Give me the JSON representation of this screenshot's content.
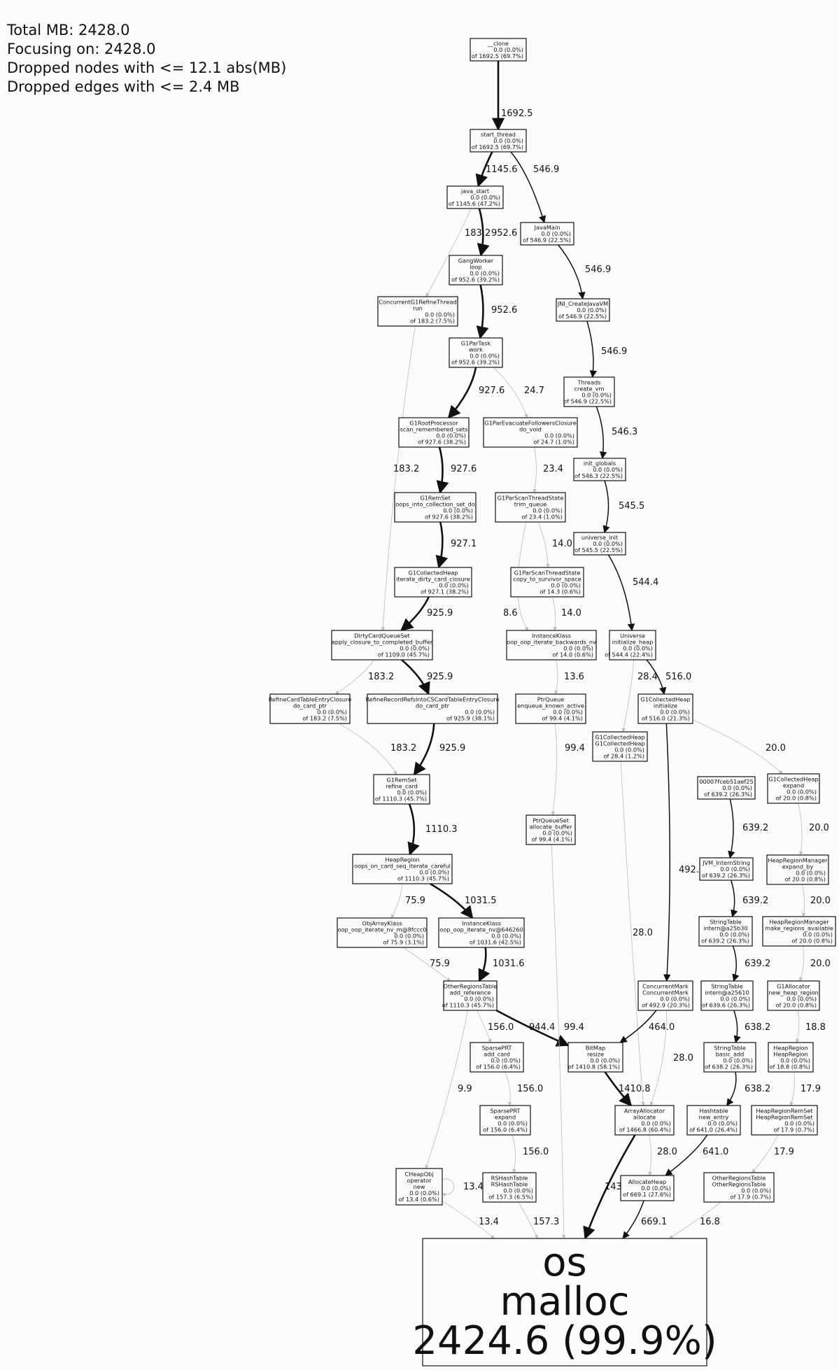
{
  "header": {
    "lines": [
      "Total MB: 2428.0",
      "Focusing on: 2428.0",
      "Dropped nodes with <= 12.1 abs(MB)",
      "Dropped edges with <= 2.4 MB"
    ]
  },
  "nodes": [
    {
      "id": "clone",
      "lines": [
        "__clone",
        "0.0 (0.0%)",
        "of 1692.5 (69.7%)"
      ]
    },
    {
      "id": "start_thread",
      "lines": [
        "start_thread",
        "0.0 (0.0%)",
        "of 1692.5 (69.7%)"
      ]
    },
    {
      "id": "java_start",
      "lines": [
        "java_start",
        "0.0 (0.0%)",
        "of 1145.6 (47.2%)"
      ]
    },
    {
      "id": "JavaMain",
      "lines": [
        "JavaMain",
        "0.0 (0.0%)",
        "of 546.9 (22.5%)"
      ]
    },
    {
      "id": "GangWorker",
      "lines": [
        "GangWorker",
        "loop",
        "0.0 (0.0%)",
        "of 952.6 (39.2%)"
      ]
    },
    {
      "id": "CG1RT",
      "lines": [
        "ConcurrentG1RefineThread",
        "run",
        "0.0 (0.0%)",
        "of 183.2 (7.5%)"
      ]
    },
    {
      "id": "JNI",
      "lines": [
        "JNI_CreateJavaVM",
        "0.0 (0.0%)",
        "of 546.9 (22.5%)"
      ]
    },
    {
      "id": "G1ParTask",
      "lines": [
        "G1ParTask",
        "work",
        "0.0 (0.0%)",
        "of 952.6 (39.2%)"
      ]
    },
    {
      "id": "Threads",
      "lines": [
        "Threads",
        "create_vm",
        "0.0 (0.0%)",
        "of 546.9 (22.5%)"
      ]
    },
    {
      "id": "G1RootProc",
      "lines": [
        "G1RootProcessor",
        "scan_remembered_sets",
        "0.0 (0.0%)",
        "of 927.6 (38.2%)"
      ]
    },
    {
      "id": "G1ParEvac",
      "lines": [
        "G1ParEvacuateFollowersClosure",
        "do_void",
        "0.0 (0.0%)",
        "of 24.7 (1.0%)"
      ]
    },
    {
      "id": "init_globals",
      "lines": [
        "init_globals",
        "0.0 (0.0%)",
        "of 546.3 (22.5%)"
      ]
    },
    {
      "id": "G1RemSet_oops",
      "lines": [
        "G1RemSet",
        "oops_into_collection_set_do",
        "0.0 (0.0%)",
        "of 927.6 (38.2%)"
      ]
    },
    {
      "id": "G1PSTS_trim",
      "lines": [
        "G1ParScanThreadState",
        "trim_queue",
        "0.0 (0.0%)",
        "of 23.4 (1.0%)"
      ]
    },
    {
      "id": "universe_init",
      "lines": [
        "universe_init",
        "0.0 (0.0%)",
        "of 545.5 (22.5%)"
      ]
    },
    {
      "id": "G1CH_iter",
      "lines": [
        "G1CollectedHeap",
        "iterate_dirty_card_closure",
        "0.0 (0.0%)",
        "of 927.1 (38.2%)"
      ]
    },
    {
      "id": "G1PSTS_copy",
      "lines": [
        "G1ParScanThreadState",
        "copy_to_survivor_space",
        "0.0 (0.0%)",
        "of 14.3 (0.6%)"
      ]
    },
    {
      "id": "DCQS",
      "lines": [
        "DirtyCardQueueSet",
        "apply_closure_to_completed_buffer",
        "0.0 (0.0%)",
        "of 1109.0 (45.7%)"
      ]
    },
    {
      "id": "IK_back",
      "lines": [
        "InstanceKlass",
        "oop_oop_iterate_backwards_nv",
        "0.0 (0.0%)",
        "of 14.0 (0.6%)"
      ]
    },
    {
      "id": "Universe",
      "lines": [
        "Universe",
        "initialize_heap",
        "0.0 (0.0%)",
        "of 544.4 (22.4%)"
      ]
    },
    {
      "id": "RefineCTE",
      "lines": [
        "RefineCardTableEntryClosure",
        "do_card_ptr",
        "0.0 (0.0%)",
        "of 183.2 (7.5%)"
      ]
    },
    {
      "id": "RefineRR",
      "lines": [
        "RefineRecordRefsIntoCSCardTableEntryClosure",
        "do_card_ptr",
        "0.0 (0.0%)",
        "of 925.9 (38.1%)"
      ]
    },
    {
      "id": "PtrQueue_enq",
      "lines": [
        "PtrQueue",
        "enqueue_known_active",
        "0.0 (0.0%)",
        "of 99.4 (4.1%)"
      ]
    },
    {
      "id": "G1CH_init",
      "lines": [
        "G1CollectedHeap",
        "initialize",
        "0.0 (0.0%)",
        "of 516.0 (21.3%)"
      ]
    },
    {
      "id": "G1CH_ctor",
      "lines": [
        "G1CollectedHeap",
        "G1CollectedHeap",
        "0.0 (0.0%)",
        "of 28.4 (1.2%)"
      ]
    },
    {
      "id": "G1RemSet_refine",
      "lines": [
        "G1RemSet",
        "refine_card",
        "0.0 (0.0%)",
        "of 1110.3 (45.7%)"
      ]
    },
    {
      "id": "PtrQueue_alloc",
      "lines": [
        "PtrQueueSet",
        "allocate_buffer",
        "0.0 (0.0%)",
        "of 99.4 (4.1%)"
      ]
    },
    {
      "id": "fceb",
      "lines": [
        "00007fceb51aef25",
        "0.0 (0.0%)",
        "of 639.2 (26.3%)"
      ]
    },
    {
      "id": "G1CH_expand",
      "lines": [
        "G1CollectedHeap",
        "expand",
        "0.0 (0.0%)",
        "of 20.0 (0.8%)"
      ]
    },
    {
      "id": "HeapRegion_oops",
      "lines": [
        "HeapRegion",
        "oops_on_card_seq_iterate_careful",
        "0.0 (0.0%)",
        "of 1110.3 (45.7%)"
      ]
    },
    {
      "id": "JVM_Intern",
      "lines": [
        "JVM_InternString",
        "0.0 (0.0%)",
        "of 639.2 (26.3%)"
      ]
    },
    {
      "id": "HRM_expand",
      "lines": [
        "HeapRegionManager",
        "expand_by",
        "0.0 (0.0%)",
        "of 20.0 (0.8%)"
      ]
    },
    {
      "id": "ObjArrayKlass",
      "lines": [
        "ObjArrayKlass",
        "oop_oop_iterate_nv_m@8fccc0",
        "0.0 (0.0%)",
        "of 75.9 (3.1%)"
      ]
    },
    {
      "id": "IK_nv",
      "lines": [
        "InstanceKlass",
        "oop_oop_iterate_nv@646260",
        "0.0 (0.0%)",
        "of 1031.6 (42.5%)"
      ]
    },
    {
      "id": "StringTable_intern1",
      "lines": [
        "StringTable",
        "intern@a25b30",
        "0.0 (0.0%)",
        "of 639.2 (26.3%)"
      ]
    },
    {
      "id": "HRM_make",
      "lines": [
        "HeapRegionManager",
        "make_regions_available",
        "0.0 (0.0%)",
        "of 20.0 (0.8%)"
      ]
    },
    {
      "id": "ORT_add",
      "lines": [
        "OtherRegionsTable",
        "add_reference",
        "0.0 (0.0%)",
        "of 1110.3 (45.7%)"
      ]
    },
    {
      "id": "CM",
      "lines": [
        "ConcurrentMark",
        "ConcurrentMark",
        "0.0 (0.0%)",
        "of 492.9 (20.3%)"
      ]
    },
    {
      "id": "StringTable_intern2",
      "lines": [
        "StringTable",
        "intern@a25610",
        "0.0 (0.0%)",
        "of 639.6 (26.3%)"
      ]
    },
    {
      "id": "G1Alloc",
      "lines": [
        "G1Allocator",
        "new_heap_region",
        "0.0 (0.0%)",
        "of 20.0 (0.8%)"
      ]
    },
    {
      "id": "SparsePRT_add",
      "lines": [
        "SparsePRT",
        "add_card",
        "0.0 (0.0%)",
        "of 156.0 (6.4%)"
      ]
    },
    {
      "id": "BitMap",
      "lines": [
        "BitMap",
        "resize",
        "0.0 (0.0%)",
        "of 1410.8 (58.1%)"
      ]
    },
    {
      "id": "StringTable_basic",
      "lines": [
        "StringTable",
        "basic_add",
        "0.0 (0.0%)",
        "of 638.2 (26.3%)"
      ]
    },
    {
      "id": "HeapRegion_ctor",
      "lines": [
        "HeapRegion",
        "HeapRegion",
        "0.0 (0.0%)",
        "of 18.8 (0.8%)"
      ]
    },
    {
      "id": "SparsePRT_exp",
      "lines": [
        "SparsePRT",
        "expand",
        "0.0 (0.0%)",
        "of 156.0 (6.4%)"
      ]
    },
    {
      "id": "ArrayAlloc",
      "lines": [
        "ArrayAllocator",
        "allocate",
        "0.0 (0.0%)",
        "of 1466.8 (60.4%)"
      ]
    },
    {
      "id": "Hashtable",
      "lines": [
        "Hashtable",
        "new_entry",
        "0.0 (0.0%)",
        "of 641.0 (26.4%)"
      ]
    },
    {
      "id": "HRRS",
      "lines": [
        "HeapRegionRemSet",
        "HeapRegionRemSet",
        "0.0 (0.0%)",
        "of 17.9 (0.7%)"
      ]
    },
    {
      "id": "CHeapObj",
      "lines": [
        "CHeapObj",
        "operator",
        "new",
        "0.0 (0.0%)",
        "of 13.4 (0.6%)"
      ]
    },
    {
      "id": "RSHashTable",
      "lines": [
        "RSHashTable",
        "RSHashTable",
        "0.0 (0.0%)",
        "of 157.3 (6.5%)"
      ]
    },
    {
      "id": "AllocateHeap",
      "lines": [
        "AllocateHeap",
        "0.0 (0.0%)",
        "of 669.1 (27.6%)"
      ]
    },
    {
      "id": "ORT_ctor",
      "lines": [
        "OtherRegionsTable",
        "OtherRegionsTable",
        "0.0 (0.0%)",
        "of 17.9 (0.7%)"
      ]
    }
  ],
  "root": {
    "id": "malloc",
    "lines": [
      "os",
      "malloc",
      "2424.6 (99.9%)"
    ]
  },
  "edges": [
    {
      "from": "clone",
      "to": "start_thread",
      "label": "1692.5"
    },
    {
      "from": "start_thread",
      "to": "java_start",
      "label": "1145.6"
    },
    {
      "from": "start_thread",
      "to": "JavaMain",
      "label": "546.9"
    },
    {
      "from": "java_start",
      "to": "CG1RT",
      "label": "183.2"
    },
    {
      "from": "java_start",
      "to": "GangWorker",
      "label": "952.6"
    },
    {
      "from": "JavaMain",
      "to": "JNI",
      "label": "546.9"
    },
    {
      "from": "GangWorker",
      "to": "G1ParTask",
      "label": "952.6"
    },
    {
      "from": "JNI",
      "to": "Threads",
      "label": "546.9"
    },
    {
      "from": "G1ParTask",
      "to": "G1RootProc",
      "label": "927.6"
    },
    {
      "from": "G1ParTask",
      "to": "G1ParEvac",
      "label": "24.7"
    },
    {
      "from": "Threads",
      "to": "init_globals",
      "label": "546.3"
    },
    {
      "from": "CG1RT",
      "to": "DCQS",
      "label": "183.2"
    },
    {
      "from": "G1RootProc",
      "to": "G1RemSet_oops",
      "label": "927.6"
    },
    {
      "from": "G1ParEvac",
      "to": "G1PSTS_trim",
      "label": "23.4"
    },
    {
      "from": "init_globals",
      "to": "universe_init",
      "label": "545.5"
    },
    {
      "from": "G1RemSet_oops",
      "to": "G1CH_iter",
      "label": "927.1"
    },
    {
      "from": "G1PSTS_trim",
      "to": "G1PSTS_copy",
      "label": "14.0"
    },
    {
      "from": "universe_init",
      "to": "Universe",
      "label": "544.4"
    },
    {
      "from": "G1CH_iter",
      "to": "DCQS",
      "label": "925.9"
    },
    {
      "from": "G1PSTS_trim",
      "to": "IK_back",
      "label": "8.6"
    },
    {
      "from": "G1PSTS_copy",
      "to": "IK_back",
      "label": "14.0"
    },
    {
      "from": "DCQS",
      "to": "RefineCTE",
      "label": "183.2"
    },
    {
      "from": "DCQS",
      "to": "RefineRR",
      "label": "925.9"
    },
    {
      "from": "IK_back",
      "to": "PtrQueue_enq",
      "label": "13.6"
    },
    {
      "from": "Universe",
      "to": "G1CH_ctor",
      "label": "28.4"
    },
    {
      "from": "Universe",
      "to": "G1CH_init",
      "label": "516.0"
    },
    {
      "from": "RefineCTE",
      "to": "G1RemSet_refine",
      "label": "183.2"
    },
    {
      "from": "RefineRR",
      "to": "G1RemSet_refine",
      "label": "925.9"
    },
    {
      "from": "PtrQueue_enq",
      "to": "PtrQueue_alloc",
      "label": "99.4"
    },
    {
      "from": "G1CH_init",
      "to": "G1CH_expand",
      "label": "20.0"
    },
    {
      "from": "G1RemSet_refine",
      "to": "HeapRegion_oops",
      "label": "1110.3"
    },
    {
      "from": "fceb",
      "to": "JVM_Intern",
      "label": "639.2"
    },
    {
      "from": "G1CH_expand",
      "to": "HRM_expand",
      "label": "20.0"
    },
    {
      "from": "G1CH_init",
      "to": "CM",
      "label": "492.9"
    },
    {
      "from": "HeapRegion_oops",
      "to": "ObjArrayKlass",
      "label": "75.9"
    },
    {
      "from": "HeapRegion_oops",
      "to": "IK_nv",
      "label": "1031.5"
    },
    {
      "from": "JVM_Intern",
      "to": "StringTable_intern1",
      "label": "639.2"
    },
    {
      "from": "HRM_expand",
      "to": "HRM_make",
      "label": "20.0"
    },
    {
      "from": "G1CH_ctor",
      "to": "ArrayAlloc",
      "label": "28.0"
    },
    {
      "from": "ObjArrayKlass",
      "to": "ORT_add",
      "label": "75.9"
    },
    {
      "from": "IK_nv",
      "to": "ORT_add",
      "label": "1031.6"
    },
    {
      "from": "StringTable_intern1",
      "to": "StringTable_intern2",
      "label": "639.2"
    },
    {
      "from": "HRM_make",
      "to": "G1Alloc",
      "label": "20.0"
    },
    {
      "from": "ORT_add",
      "to": "SparsePRT_add",
      "label": "156.0"
    },
    {
      "from": "ORT_add",
      "to": "BitMap",
      "label": "944.4"
    },
    {
      "from": "PtrQueue_alloc",
      "to": "malloc",
      "label": "99.4"
    },
    {
      "from": "CM",
      "to": "BitMap",
      "label": "464.0"
    },
    {
      "from": "StringTable_intern2",
      "to": "StringTable_basic",
      "label": "638.2"
    },
    {
      "from": "G1Alloc",
      "to": "HeapRegion_ctor",
      "label": "18.8"
    },
    {
      "from": "ORT_add",
      "to": "CHeapObj",
      "label": "9.9"
    },
    {
      "from": "SparsePRT_add",
      "to": "SparsePRT_exp",
      "label": "156.0"
    },
    {
      "from": "BitMap",
      "to": "ArrayAlloc",
      "label": "1410.8"
    },
    {
      "from": "CM",
      "to": "ArrayAlloc",
      "label": "28.0"
    },
    {
      "from": "StringTable_basic",
      "to": "Hashtable",
      "label": "638.2"
    },
    {
      "from": "HeapRegion_ctor",
      "to": "HRRS",
      "label": "17.9"
    },
    {
      "from": "SparsePRT_exp",
      "to": "RSHashTable",
      "label": "156.0"
    },
    {
      "from": "Hashtable",
      "to": "AllocateHeap",
      "label": "641.0"
    },
    {
      "from": "ArrayAlloc",
      "to": "AllocateHeap",
      "label": "28.0"
    },
    {
      "from": "HRRS",
      "to": "ORT_ctor",
      "label": "17.9"
    },
    {
      "from": "CHeapObj",
      "to": "CHeapObj",
      "label": "13.4"
    },
    {
      "from": "CHeapObj",
      "to": "malloc",
      "label": "13.4"
    },
    {
      "from": "RSHashTable",
      "to": "malloc",
      "label": "157.3"
    },
    {
      "from": "ArrayAlloc",
      "to": "malloc",
      "label": "1438.8"
    },
    {
      "from": "AllocateHeap",
      "to": "malloc",
      "label": "669.1"
    },
    {
      "from": "ORT_ctor",
      "to": "malloc",
      "label": "16.8"
    }
  ]
}
